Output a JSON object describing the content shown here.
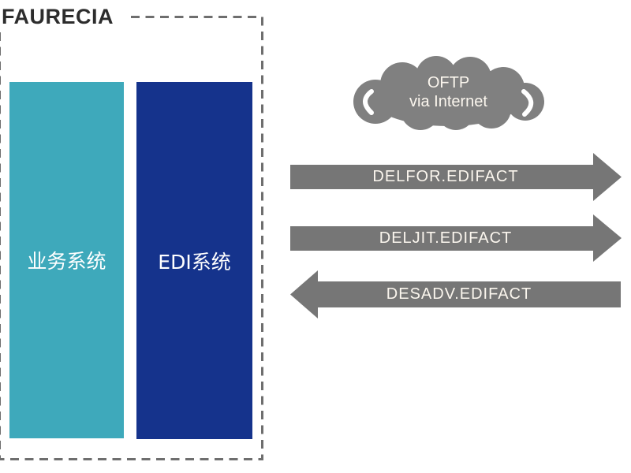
{
  "header": {
    "logo": "FAURECIA"
  },
  "systems": [
    {
      "name": "业务系统",
      "color": "#3EA9BB"
    },
    {
      "name": "EDI系统",
      "color": "#15338C"
    }
  ],
  "cloud": {
    "line1": "OFTP",
    "line2": "via Internet",
    "color": "#808080"
  },
  "arrows": [
    {
      "label": "DELFOR.EDIFACT",
      "direction": "right"
    },
    {
      "label": "DELJIT.EDIFACT",
      "direction": "right"
    },
    {
      "label": "DESADV.EDIFACT",
      "direction": "left"
    }
  ],
  "colors": {
    "arrow_gray": "#767676",
    "cloud_gray": "#808080",
    "boundary_dash": "#6E6E6E",
    "logo_text": "#2D2D2D",
    "light_label_text": "#FBF6EE"
  }
}
